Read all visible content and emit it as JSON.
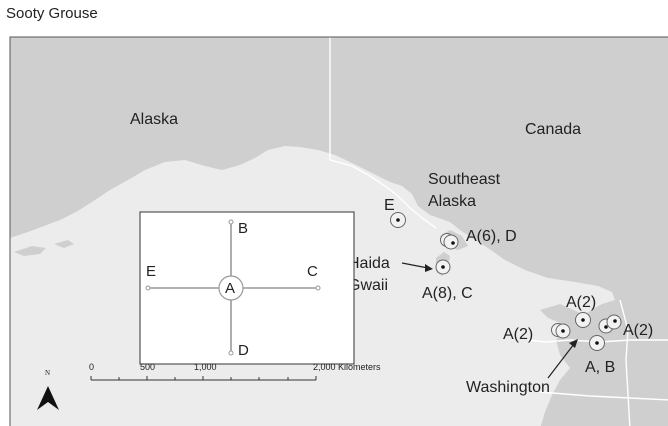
{
  "title": "Sooty Grouse",
  "colors": {
    "sea": "#ececec",
    "land": "#cfcfcf",
    "border": "#ffffff",
    "frame": "#555555"
  },
  "regions": {
    "alaska": "Alaska",
    "canada": "Canada",
    "southeast_alaska_1": "Southeast",
    "southeast_alaska_2": "Alaska",
    "haida_1": "Haida",
    "haida_2": "Gwaii",
    "washington": "Washington"
  },
  "legend": {
    "center": "A",
    "north": "B",
    "east": "C",
    "south": "D",
    "west": "E"
  },
  "sites": [
    {
      "label": "E"
    },
    {
      "label": "A(6), D"
    },
    {
      "label": "A(8), C"
    },
    {
      "label": "A(2)"
    },
    {
      "label": "A(2)"
    },
    {
      "label": "A(2)"
    },
    {
      "label": "A, B"
    }
  ],
  "north_arrow": {
    "label": "N",
    "icon": "north-arrow-icon"
  },
  "scale_bar": {
    "ticks": [
      "0",
      "500",
      "1,000",
      "2,000 Kilometers"
    ]
  }
}
